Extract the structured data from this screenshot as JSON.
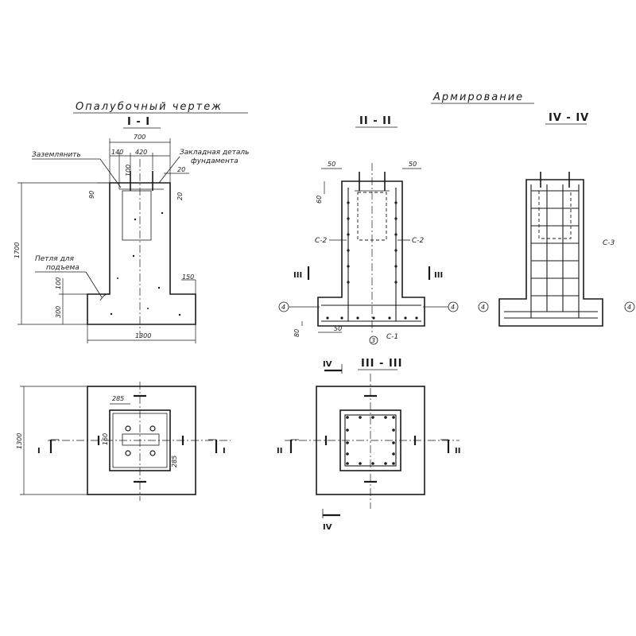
{
  "titles": {
    "formwork": "Опалубочный чертеж",
    "reinforcement": "Армирование"
  },
  "sections": {
    "s1": "I - I",
    "s2": "II - II",
    "s3": "III - III",
    "s4": "IV - IV",
    "mark1": "I",
    "mark2": "II",
    "mark3": "III",
    "mark4": "IV"
  },
  "notes": {
    "grounding": "Заземлянить",
    "embedded_part_1": "Закладная деталь",
    "embedded_part_2": "фундамента",
    "lifting_loop_1": "Петля для",
    "lifting_loop_2": "подъема"
  },
  "dimensions": {
    "d700": "700",
    "d140": "140",
    "d420": "420",
    "d100": "100",
    "d20": "20",
    "d90": "90",
    "d1700": "1700",
    "d100b": "100",
    "d300": "300",
    "d150": "150",
    "d1300": "1300",
    "d1300v": "1300",
    "d285": "285",
    "d160": "160",
    "d285b": "285",
    "d50a": "50",
    "d50b": "50",
    "d60": "60",
    "d80": "80",
    "d50c": "50"
  },
  "rebar_marks": {
    "c2_left": "С-2",
    "c2_right": "С-2",
    "c1": "С-1",
    "c3": "С-3",
    "pos3": "3",
    "pos4": "4"
  }
}
